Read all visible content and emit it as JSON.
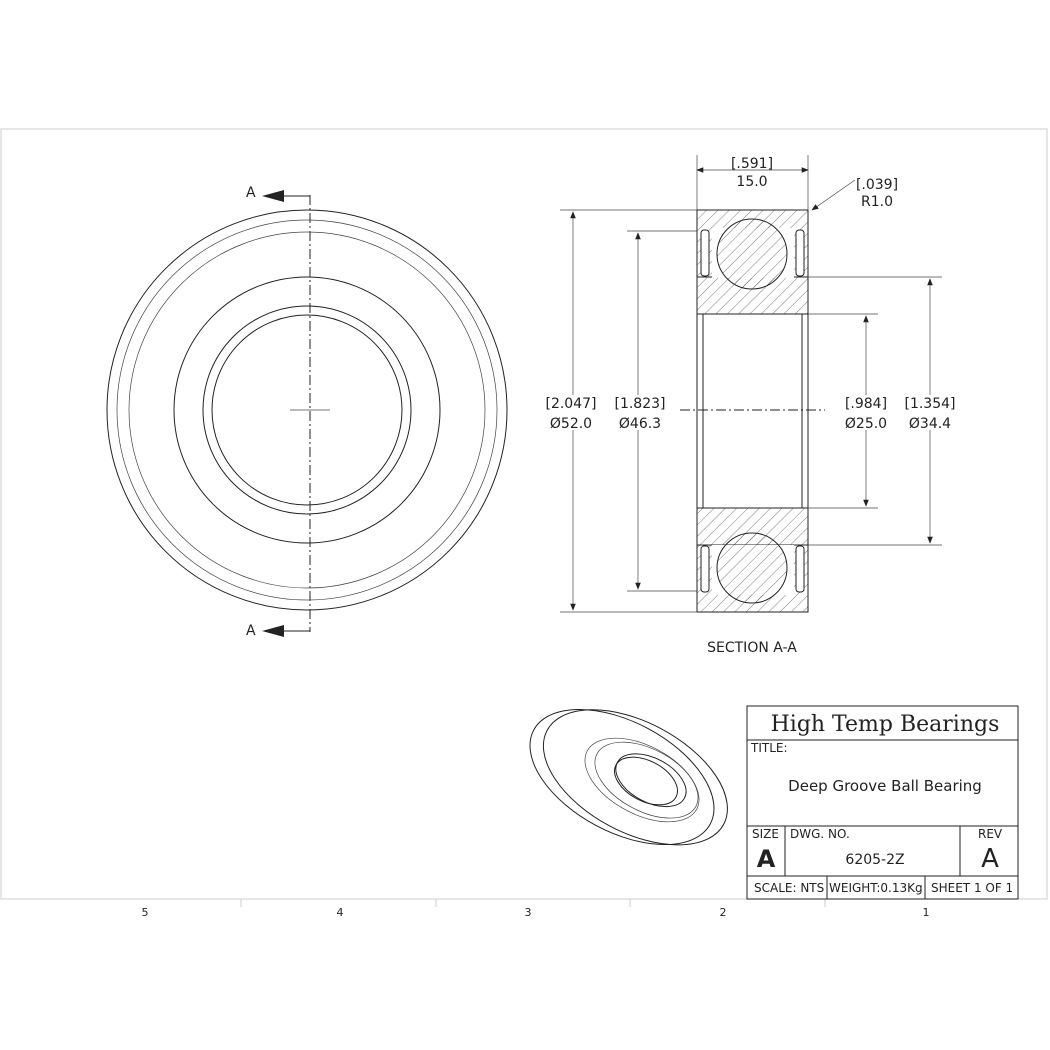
{
  "title_block": {
    "company": "High Temp Bearings",
    "title_label": "TITLE:",
    "title_value": "Deep Groove Ball Bearing",
    "size_label": "SIZE",
    "size_value": "A",
    "dwg_label": "DWG.  NO.",
    "dwg_value": "6205-2Z",
    "rev_label": "REV",
    "rev_value": "A",
    "scale": "SCALE: NTS",
    "weight": "WEIGHT:0.13Kg",
    "sheet": "SHEET 1 OF 1"
  },
  "zones": [
    "5",
    "4",
    "3",
    "2",
    "1"
  ],
  "section": {
    "marker": "A",
    "label": "SECTION A-A"
  },
  "dimensions": {
    "width_in": ".591",
    "width_mm": "15.0",
    "radius_in": ".039",
    "radius_mm": "R1.0",
    "od_in": "2.047",
    "od_mm": "52.0",
    "pitch_in": "1.823",
    "pitch_mm": "46.3",
    "bore_in": ".984",
    "bore_mm": "25.0",
    "shoulder_in": "1.354",
    "shoulder_mm": "34.4"
  },
  "colors": {
    "line": "#222222",
    "frame": "#cccccc",
    "background": "#ffffff"
  }
}
